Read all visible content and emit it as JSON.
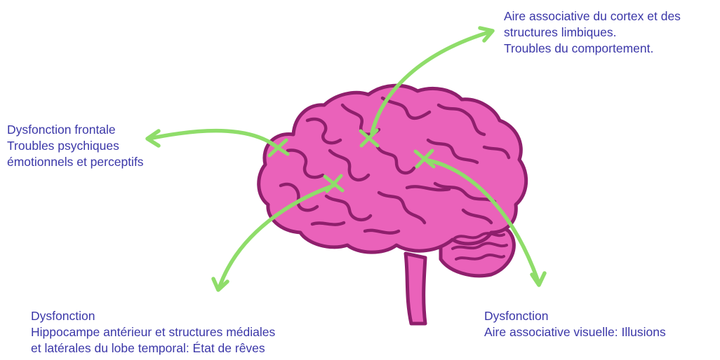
{
  "labels": {
    "top_right": {
      "line1": "Aire associative du cortex et des",
      "line2": "structures limbiques.",
      "line3": "Troubles du comportement."
    },
    "left": {
      "line1": "Dysfonction frontale",
      "line2": "Troubles psychiques",
      "line3": "émotionnels et perceptifs"
    },
    "bottom_left": {
      "line1": "Dysfonction",
      "line2": "Hippocampe antérieur et structures médiales",
      "line3": "et latérales du lobe temporal: État de rêves"
    },
    "bottom_right": {
      "line1": "Dysfonction",
      "line2": "Aire associative visuelle: Illusions"
    }
  },
  "colors": {
    "text": "#3b37a8",
    "brain_fill": "#ea62ba",
    "brain_outline": "#8e1f6c",
    "arrow": "#8fdd6a"
  }
}
